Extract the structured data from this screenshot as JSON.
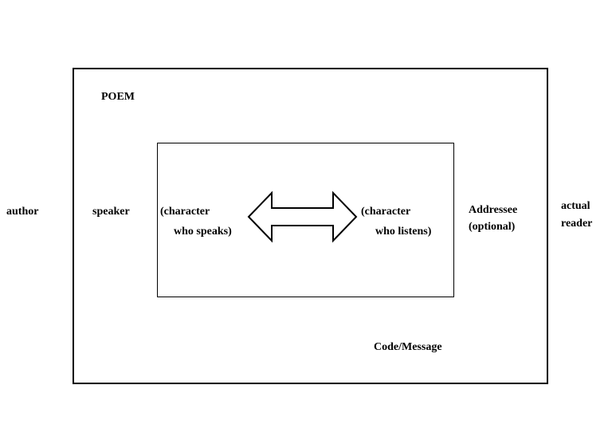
{
  "diagram": {
    "outer_frame": {
      "label": "POEM"
    },
    "left_labels": {
      "author": "author",
      "speaker": "speaker"
    },
    "right_labels": {
      "addressee": "Addressee",
      "addressee_note": "(optional)",
      "actual_reader_line1": "actual",
      "actual_reader_line2": "reader"
    },
    "bottom_label": "Code/Message",
    "inner_box": {
      "left_line1": "(character",
      "left_line2": "who speaks)",
      "right_line1": "(character",
      "right_line2": "who listens)",
      "arrow_icon": "double-headed-arrow-icon"
    },
    "colors": {
      "line": "#000000",
      "background": "#ffffff",
      "arrow_fill": "#ffffff"
    }
  }
}
